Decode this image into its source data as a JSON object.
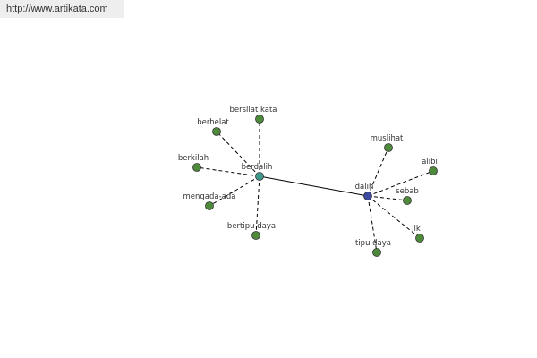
{
  "header": {
    "url": "http://www.artikata.com"
  },
  "graph": {
    "edge_color": "#000000",
    "hubs": [
      {
        "id": "berdalih",
        "label": "berdalih",
        "color": "#3f9a8c"
      },
      {
        "id": "dalih",
        "label": "dalih",
        "color": "#3c4aa0"
      }
    ],
    "leaf_color": "#4e8a3c",
    "leaves": [
      {
        "id": "bersilat-kata",
        "label": "bersilat kata",
        "hub": "berdalih"
      },
      {
        "id": "berhelat",
        "label": "berhelat",
        "hub": "berdalih"
      },
      {
        "id": "berkilah",
        "label": "berkilah",
        "hub": "berdalih"
      },
      {
        "id": "mengada-ada",
        "label": "mengada-ada",
        "hub": "berdalih"
      },
      {
        "id": "bertipu-daya",
        "label": "bertipu daya",
        "hub": "berdalih"
      },
      {
        "id": "muslihat",
        "label": "muslihat",
        "hub": "dalih"
      },
      {
        "id": "alibi",
        "label": "alibi",
        "hub": "dalih"
      },
      {
        "id": "sebab",
        "label": "sebab",
        "hub": "dalih"
      },
      {
        "id": "lik",
        "label": "lik",
        "hub": "dalih"
      },
      {
        "id": "tipu-daya",
        "label": "tipu daya",
        "hub": "dalih"
      }
    ],
    "hub_link": [
      "berdalih",
      "dalih"
    ]
  }
}
